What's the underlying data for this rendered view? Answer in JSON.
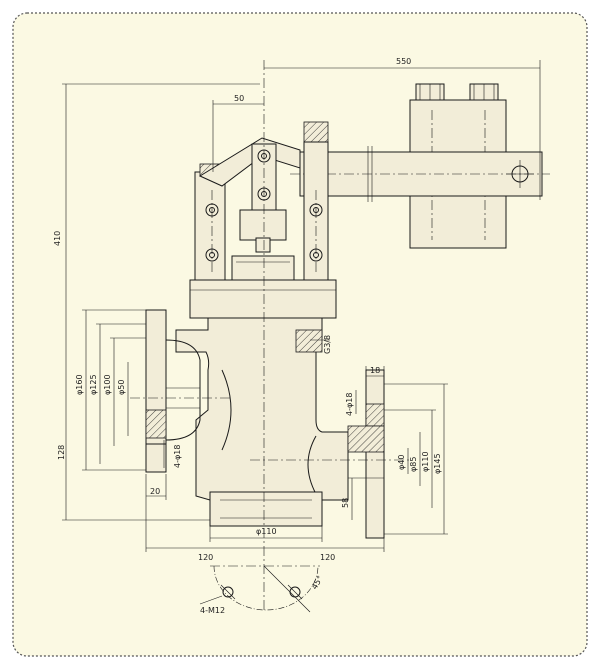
{
  "colors": {
    "background": "#fbf9e3",
    "border": "#555555",
    "line": "#1a1a1a",
    "part_fill": "#f2edd8"
  },
  "dimensions": {
    "overall_width": "550",
    "lever_offset": "50",
    "overall_height": "410",
    "flange_od_left": "φ160",
    "bolt_circle_left": "φ125",
    "raised_face_left": "φ100",
    "bore_left": "φ50",
    "bolt_hole_left": "4-φ18",
    "height_lower": "128",
    "flange_thk_left": "20",
    "bottom_bore": "φ110",
    "half_left": "120",
    "half_right": "120",
    "flange_thk_right": "18",
    "bolt_hole_right": "4-φ18",
    "bore_right": "φ40",
    "raised_face_right": "φ85",
    "bolt_circle_right": "φ110",
    "flange_od_right": "φ145",
    "height_right": "58",
    "thread": "G3/8",
    "bottom_bolts": "4-M12",
    "angle": "45°"
  }
}
